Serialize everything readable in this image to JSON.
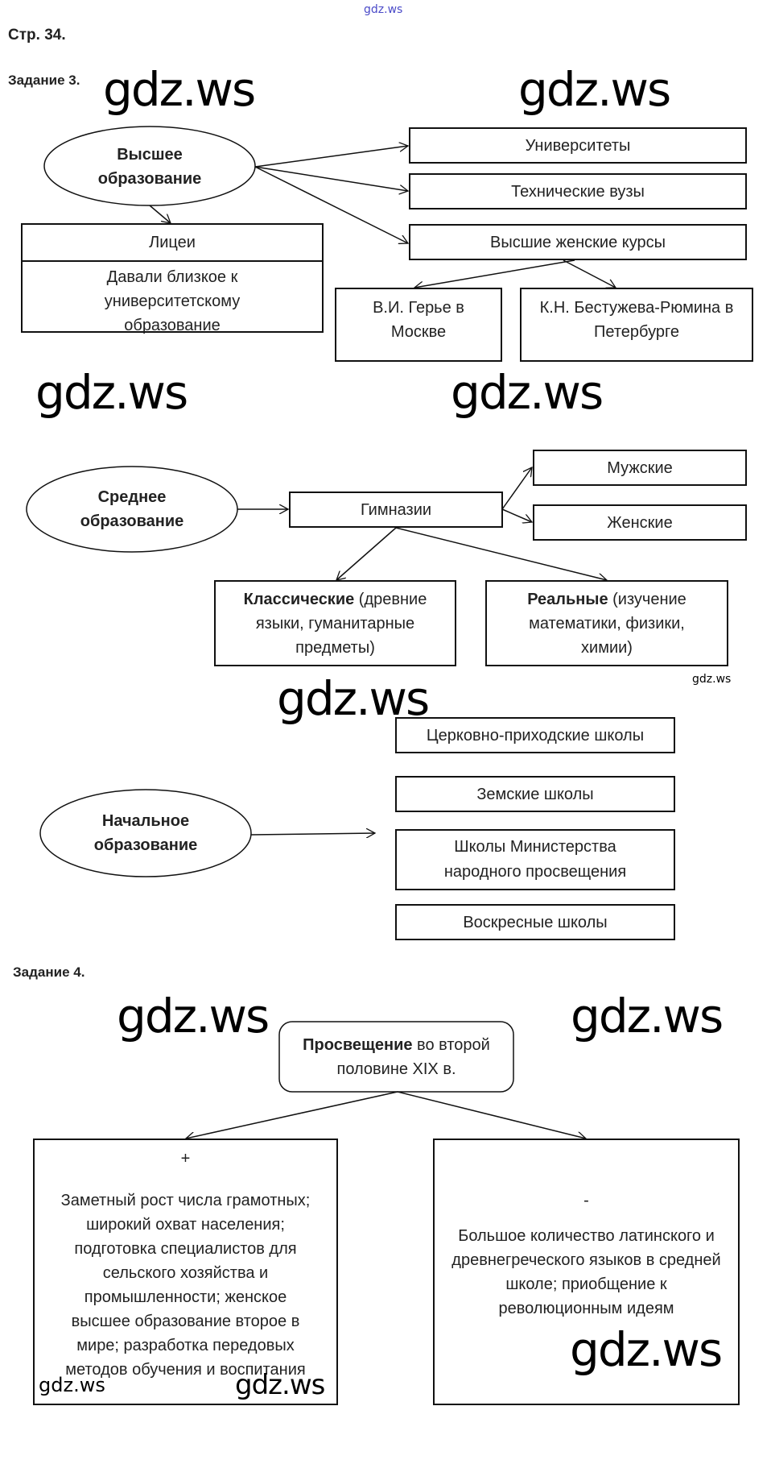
{
  "header": {
    "site_mark": "gdz.ws",
    "page_label": "Стр. 34."
  },
  "watermark": "gdz.ws",
  "task3": {
    "label": "Задание 3.",
    "higher": {
      "node": [
        "Высшее",
        "образование"
      ],
      "universities": "Университеты",
      "technical": "Технические вузы",
      "women_courses": "Высшие женские курсы",
      "lycei_title": "Лицеи",
      "lycei_desc": "Давали близкое к университетскому образование",
      "guerrier": "В.И. Герье в Москве",
      "bestuzhev": "К.Н. Бестужева-Рюмина в Петербурге"
    },
    "secondary": {
      "node": [
        "Среднее",
        "образование"
      ],
      "gymnasia": "Гимназии",
      "male": "Мужские",
      "female": "Женские",
      "classical_bold": "Классические",
      "classical_rest": " (древние языки, гуманитарные предметы)",
      "real_bold": "Реальные",
      "real_rest": " (изучение математики, физики, химии)"
    },
    "primary": {
      "node": [
        "Начальное",
        "образование"
      ],
      "schools": [
        "Церковно-приходские школы",
        "Земские школы",
        "Школы Министерства народного просвещения",
        "Воскресные школы"
      ]
    }
  },
  "task4": {
    "label": "Задание 4.",
    "center_bold": "Просвещение",
    "center_rest": " во второй половине XIX в.",
    "plus": {
      "sign": "+",
      "text": "Заметный рост числа грамотных; широкий охват населения; подготовка специалистов для сельского хозяйства и промышленности; женское высшее образование второе в мире; разработка передовых методов обучения и воспитания"
    },
    "minus": {
      "sign": "-",
      "text": "Большое количество латинского и древнегреческого языков в средней школе; приобщение к революционным идеям"
    }
  },
  "colors": {
    "site_mark": "#4a4ac8",
    "line": "#111111"
  }
}
